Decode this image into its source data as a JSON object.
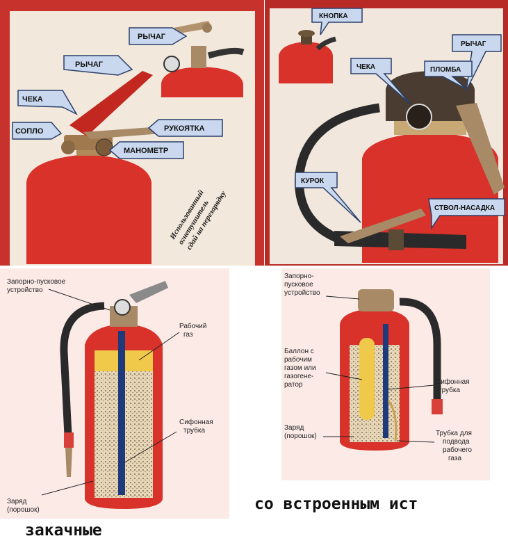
{
  "panel1": {
    "labels": {
      "lever_top": "РЫЧАГ",
      "lever": "РЫЧАГ",
      "pin": "ЧЕКА",
      "nozzle": "СОПЛО",
      "handle": "РУКОЯТКА",
      "gauge": "МАНОМЕТР"
    },
    "note": [
      "Использованный",
      "огнетушитель",
      "сдай на перезарядку"
    ]
  },
  "panel2": {
    "labels": {
      "button": "КНОПКА",
      "lever": "РЫЧАГ",
      "pin": "ЧЕКА",
      "seal": "ПЛОМБА",
      "trigger": "КУРОК",
      "barrel": "СТВОЛ-НАСАДКА"
    }
  },
  "panel3": {
    "labels": {
      "valve": [
        "Запорно-пусковое",
        "устройство"
      ],
      "gas": [
        "Рабочий",
        "газ"
      ],
      "siphon": [
        "Сифонная",
        "трубка"
      ],
      "charge": [
        "Заряд",
        "(порошок)"
      ]
    }
  },
  "panel4": {
    "labels": {
      "valve": [
        "Запорно-",
        "пусковое",
        "устройство"
      ],
      "cylinder": [
        "Баллон с",
        "рабочим",
        "газом или",
        "газогене-",
        "ратор"
      ],
      "siphon": [
        "Сифонная",
        "трубка"
      ],
      "charge": [
        "Заряд",
        "(порошок)"
      ],
      "gas_tube": [
        "Трубка для",
        "подвода",
        "рабочего",
        "газа"
      ]
    }
  },
  "captions": {
    "built_in": "со встроенным ист",
    "stored": "закачные"
  },
  "colors": {
    "frame_red": "#c8322c",
    "extinguisher_red": "#d8322a",
    "label_blue": "#c9d8ee",
    "powder": "#e8d8b8"
  }
}
